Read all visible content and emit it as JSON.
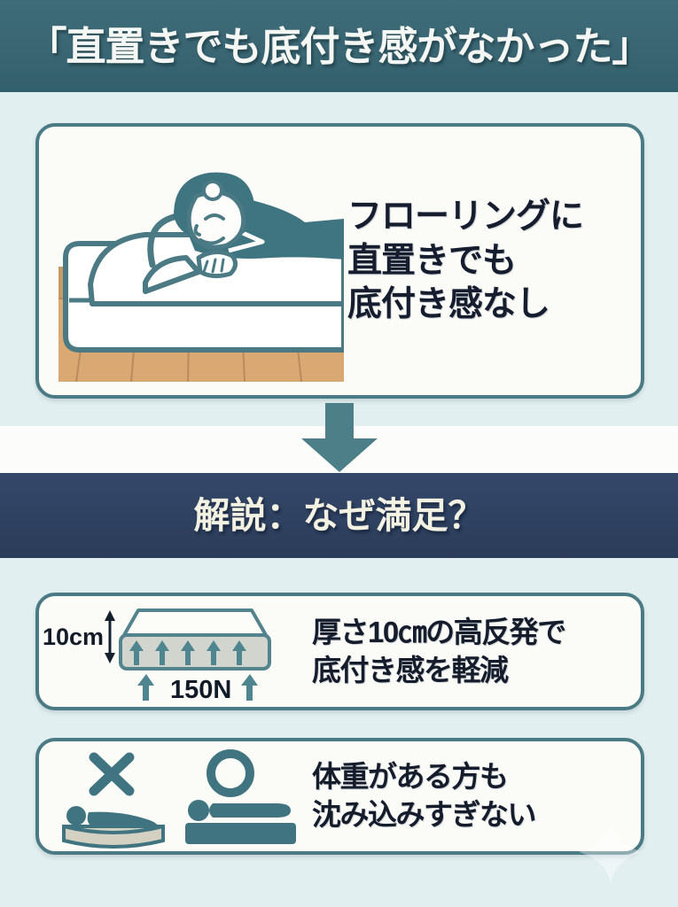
{
  "header": {
    "title": "「直置きでも底付き感がなかった」",
    "bg_color": "#3a6673",
    "text_color": "#f5f7f4"
  },
  "hero_card": {
    "illustration_name": "person-sleeping-on-mattress-on-floor",
    "text_lines": [
      "フローリングに",
      "直置きでも",
      "底付き感なし"
    ],
    "text_color": "#161d2e",
    "border_color": "#4a7a84",
    "card_bg": "#fbfcf8"
  },
  "flow_arrow": {
    "icon": "arrow-down-icon",
    "color": "#4d7f88"
  },
  "banner": {
    "title": "解説：なぜ満足？",
    "bg_color": "#2f4160",
    "text_color": "#f3f1e2"
  },
  "explanation_cards": [
    {
      "illustration_name": "mattress-thickness-resilience-diagram",
      "labels": {
        "thickness": "10cm",
        "resilience": "150N"
      },
      "arrow_color": "#4f858f",
      "core_fill": "#d2d4ce",
      "text_lines": [
        "厚さ10㎝の高反発で",
        "底付き感を軽減"
      ]
    },
    {
      "illustration_name": "sinking-comparison-diagram",
      "marks": {
        "bad": "×",
        "good": "○"
      },
      "figure_color": "#3f7480",
      "text_lines": [
        "体重がある方も",
        "沈み込みすぎない"
      ]
    }
  ],
  "page": {
    "background_color": "#e2eff0",
    "white_band_color": "#fcfdfa",
    "sparkle_icon": "sparkle-icon"
  }
}
